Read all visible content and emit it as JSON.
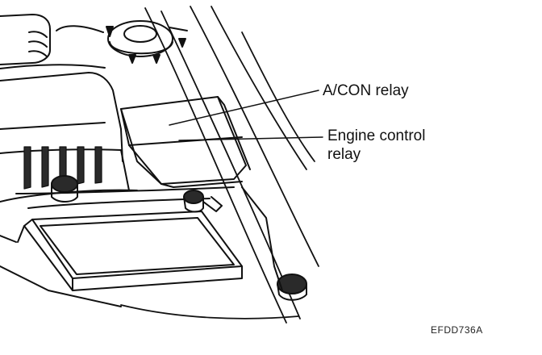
{
  "callouts": {
    "acon_relay": "A/CON relay",
    "engine_control_relay": [
      "Engine control",
      "relay"
    ]
  },
  "figure_code": "EFDD736A",
  "colors": {
    "line": "#111111",
    "background": "#ffffff",
    "shade": "#2a2a2a"
  }
}
